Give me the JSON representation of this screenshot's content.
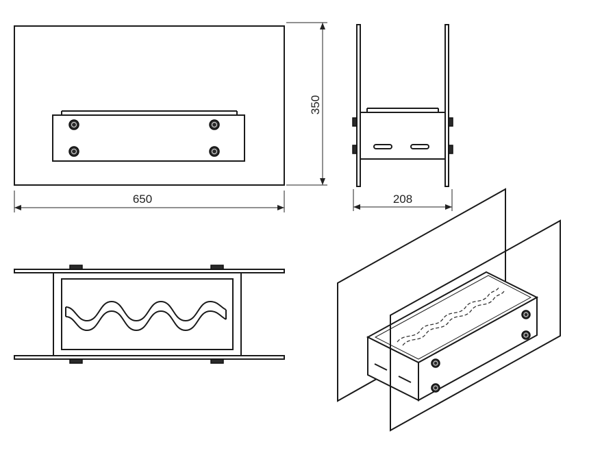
{
  "dimensions": {
    "width": "650",
    "height": "350",
    "depth": "208"
  }
}
